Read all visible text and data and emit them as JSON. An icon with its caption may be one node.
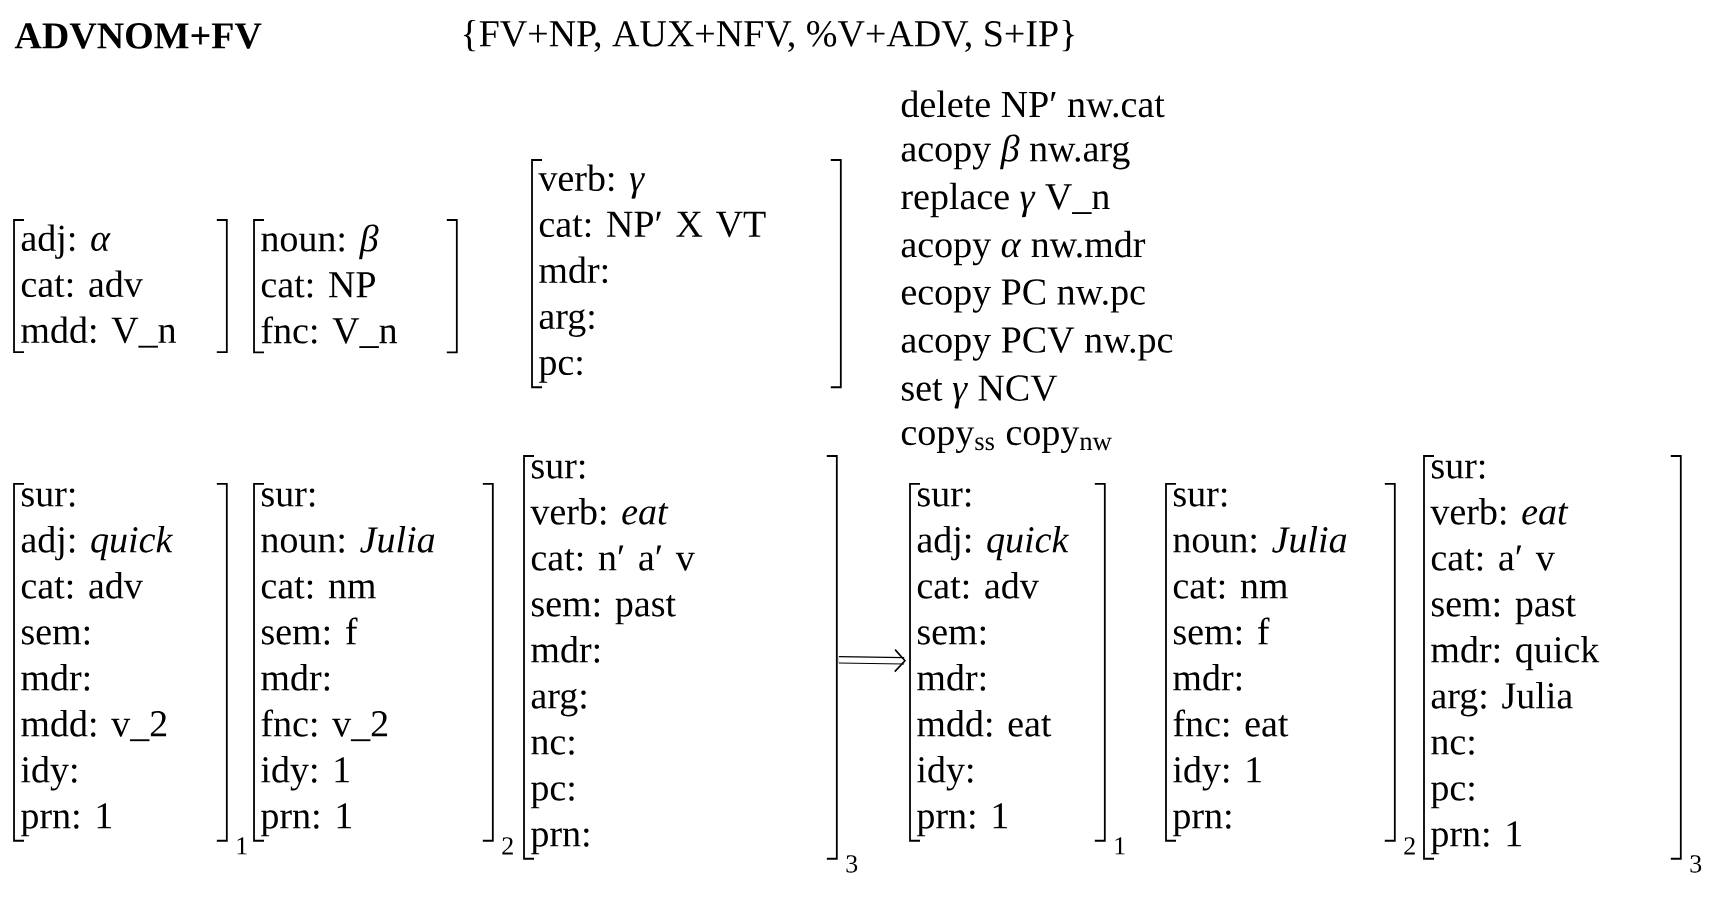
{
  "diagram": {
    "title": "ADVNOM+FV",
    "nodes": [
      {
        "text": [
          "adj: *α*",
          "cat: adv",
          "mdd: V_n"
        ]
      },
      {
        "text": [
          "noun: *β*",
          "cat: NP",
          "fnc: V_n"
        ]
      },
      {
        "text": [
          "verb: *γ*",
          "cat: NP′ X VT",
          "mdr:",
          "arg:",
          "pc:"
        ]
      },
      {
        "text": [
          "sur:",
          "adj: *quick*",
          "cat: adv",
          "sem:",
          "mdr:",
          "mdd: v_2",
          "idy:",
          "prn: 1"
        ],
        "beside": [
          "1"
        ]
      },
      {
        "text": [
          "sur:",
          "noun: *Julia*",
          "cat: nm",
          "sem: f",
          "mdr:",
          "fnc: v_2",
          "idy: 1",
          "prn: 1"
        ],
        "beside": [
          "2"
        ]
      },
      {
        "text": [
          "sur:",
          "verb: *eat*",
          "cat: n′ a′ v",
          "sem: past",
          "mdr:",
          "arg:",
          "nc:",
          "pc:",
          "prn:"
        ],
        "beside": [
          "3"
        ]
      },
      {
        "text": [
          "sur:",
          "adj: *quick*",
          "cat: adv",
          "sem:",
          "mdr:",
          "mdd: eat",
          "idy:",
          "prn: 1"
        ],
        "beside": [
          "1"
        ]
      },
      {
        "text": [
          "sur:",
          "noun: *Julia*",
          "cat: nm",
          "sem: f",
          "mdr:",
          "fnc: eat",
          "idy: 1",
          "prn:"
        ],
        "beside": [
          "2"
        ]
      },
      {
        "text": [
          "sur:",
          "verb: *eat*",
          "cat: a′ v",
          "sem: past",
          "mdr: quick",
          "arg: Julia",
          "nc:",
          "pc:",
          "prn: 1"
        ],
        "beside": [
          "3"
        ]
      }
    ],
    "edges": [
      {
        "from": 5,
        "to": 6,
        "arrow": "to"
      }
    ],
    "labels": [
      "{FV+NP, AUX+NFV, %V+ADV, S+IP}",
      "delete NP′ nw.cat",
      "acopy *β* nw.arg",
      "replace *γ* V_n",
      "acopy *α* nw.mdr",
      "ecopy PC nw.pc",
      "acopy PCV nw.pc",
      "set *γ* NCV",
      "copy$_{ss}$ copy$_{nw}$"
    ]
  }
}
